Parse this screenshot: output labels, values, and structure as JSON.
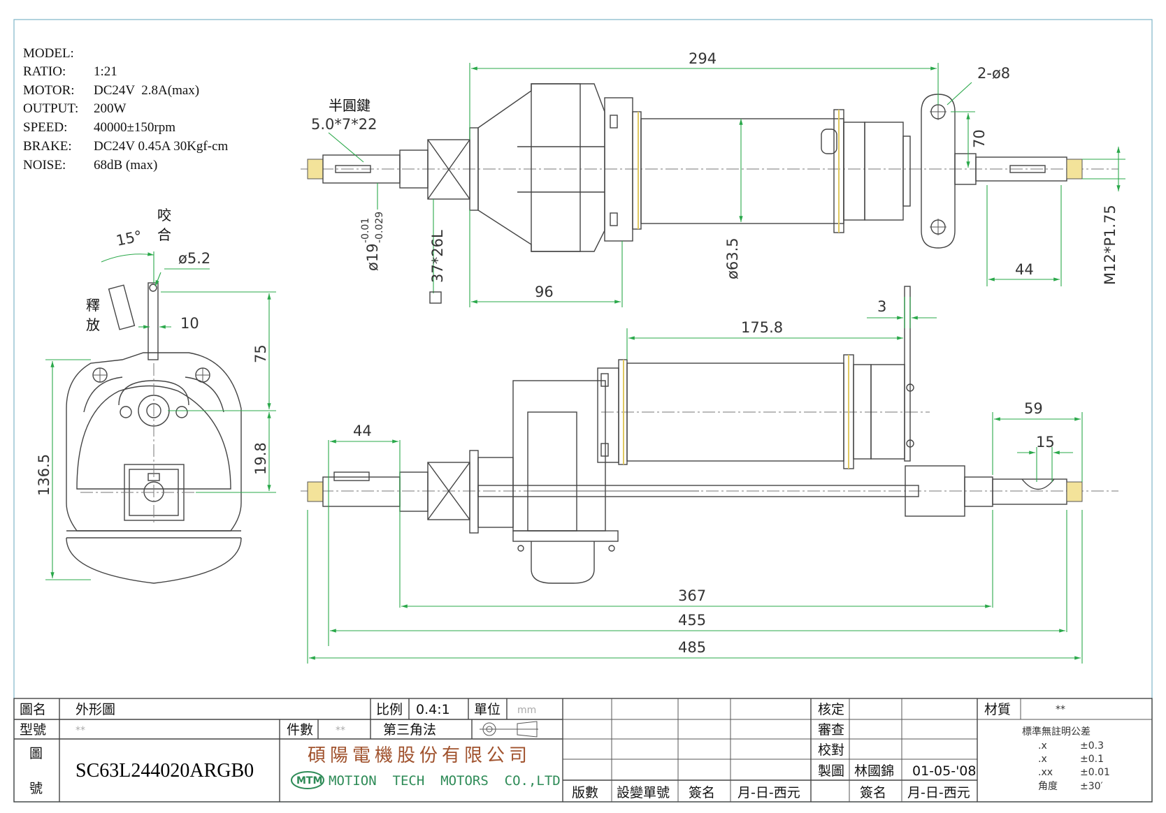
{
  "specs": [
    {
      "key": "MODEL:",
      "value": ""
    },
    {
      "key": "RATIO:",
      "value": "1:21"
    },
    {
      "key": "MOTOR:",
      "value": "DC24V  2.8A(max)"
    },
    {
      "key": "OUTPUT:",
      "value": "200W"
    },
    {
      "key": "SPEED:",
      "value": "40000±150rpm"
    },
    {
      "key": "BRAKE:",
      "value": "DC24V 0.45A 30Kgf-cm"
    },
    {
      "key": "NOISE:",
      "value": "68dB (max)"
    }
  ],
  "side_view": {
    "bite_label_1": "咬",
    "bite_label_2": "合",
    "release_label_1": "釋",
    "release_label_2": "放",
    "angle": "15°",
    "hole_dia": "ø5.2",
    "dim_10": "10",
    "dim_75": "75",
    "dim_19_8": "19.8",
    "dim_136_5": "136.5"
  },
  "top_view": {
    "dim_294": "294",
    "dim_2_phi8": "2-ø8",
    "key_label": "半圓鍵",
    "key_size": "5.0*7*22",
    "shaft_dia": "ø19",
    "shaft_tol_upper": "-0.01",
    "shaft_tol_lower": "-0.029",
    "square": "37*26L",
    "motor_dia": "ø63.5",
    "dim_96": "96",
    "dim_70": "70",
    "dim_44": "44",
    "thread": "M12*P1.75"
  },
  "front_view": {
    "dim_3": "3",
    "dim_175_8": "175.8",
    "dim_59": "59",
    "dim_15": "15",
    "dim_44": "44",
    "dim_367": "367",
    "dim_455": "455",
    "dim_485": "485"
  },
  "title_block": {
    "drawing_name_label": "圖名",
    "drawing_name": "外形圖",
    "model_no_label": "型號",
    "model_no": "**",
    "drawing_no_label_1": "圖",
    "drawing_no_label_2": "號",
    "drawing_no": "SC63L244020ARGB0",
    "qty_label": "件數",
    "qty": "**",
    "scale_label": "比例",
    "scale": "0.4:1",
    "unit_label": "單位",
    "unit": "mm",
    "projection": "第三角法",
    "company_cn": "碩陽電機股份有限公司",
    "company_logo": "MTM",
    "company_en": "MOTION  TECH  MOTORS  CO.,LTD",
    "rev_label": "版數",
    "change_no_label": "設變單號",
    "sign_label": "簽名",
    "date_label": "月-日-西元",
    "approve_label": "核定",
    "review_label": "審查",
    "check_label": "校對",
    "draw_label": "製圖",
    "drafter": "林國錦",
    "draw_date": "01-05-'08",
    "sign_label_2": "簽名",
    "date_label_2": "月-日-西元",
    "material_label": "材質",
    "material": "**",
    "tolerance_title": "標準無註明公差",
    "tolerances": [
      {
        "k": ".x",
        "v": "±0.3"
      },
      {
        "k": ".x",
        "v": "±0.1"
      },
      {
        "k": ".xx",
        "v": "±0.01"
      },
      {
        "k": "角度",
        "v": "±30′"
      }
    ]
  }
}
